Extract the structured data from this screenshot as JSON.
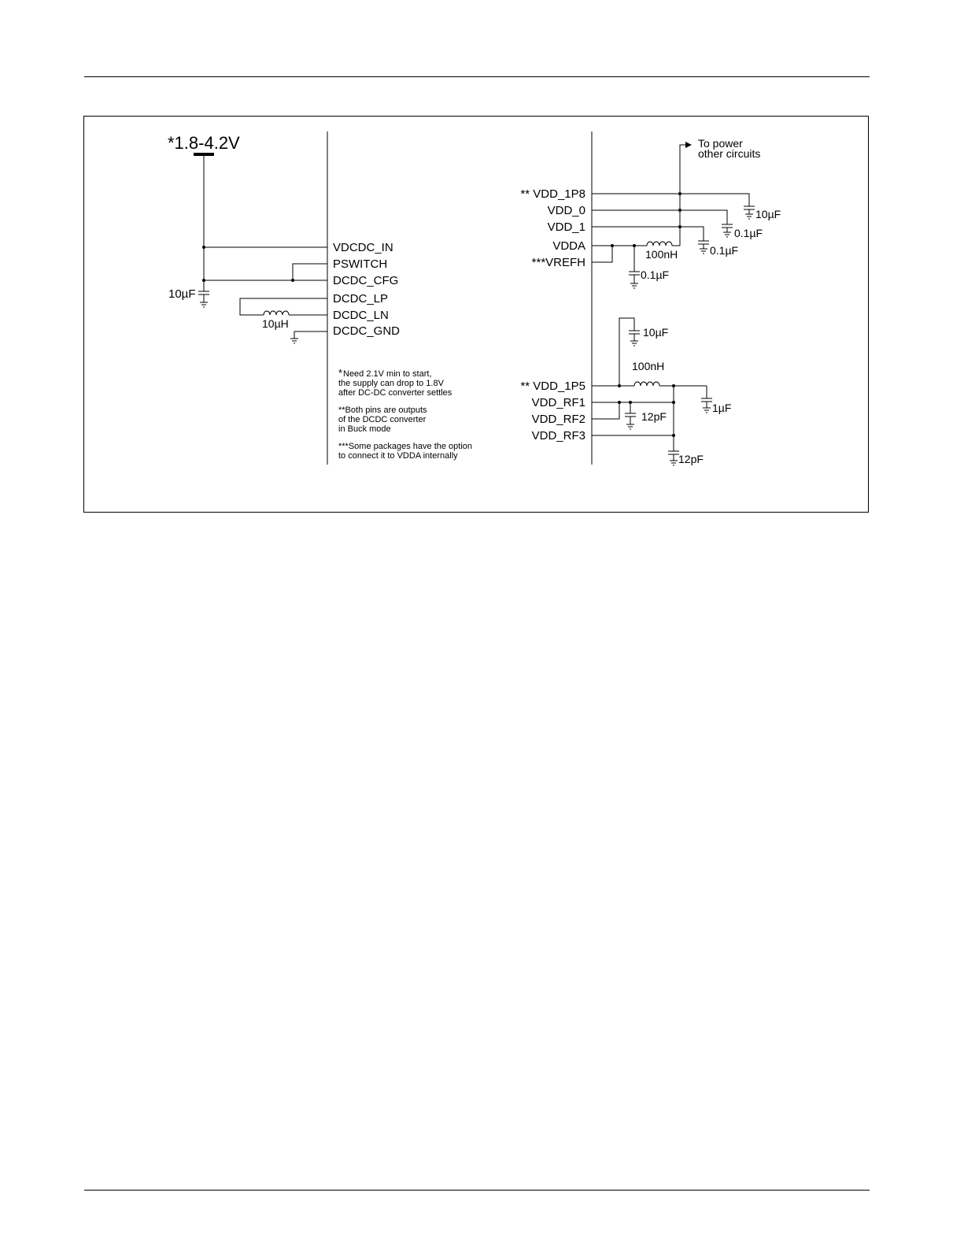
{
  "supply": {
    "voltage": "*1.8-4.2V"
  },
  "left_pins": [
    "VDCDC_IN",
    "PSWITCH",
    "DCDC_CFG",
    "DCDC_LP",
    "DCDC_LN",
    "DCDC_GND"
  ],
  "right_pins_top": [
    "** VDD_1P8",
    "VDD_0",
    "VDD_1",
    "VDDA",
    "***VREFH"
  ],
  "right_pins_bottom": [
    "** VDD_1P5",
    "VDD_RF1",
    "VDD_RF2",
    "VDD_RF3"
  ],
  "components": {
    "left_cap": "10µF",
    "left_inductor": "10µH",
    "cap_1p8": "10µF",
    "cap_vdd0": "0.1µF",
    "cap_vdd1": "0.1µF",
    "vdda_inductor": "100nH",
    "cap_vdda": "0.1µF",
    "cap_1p5": "10µF",
    "rf_inductor": "100nH",
    "cap_rf_out": "1µF",
    "cap_rf2": "12pF",
    "cap_rf3": "12pF"
  },
  "arrow_label": [
    "To power",
    "other circuits"
  ],
  "notes": {
    "note1": [
      "*",
      "Need 2.1V min to start,",
      "the supply can drop to 1.8V",
      "after DC-DC converter settles"
    ],
    "note2": [
      "**Both pins are outputs",
      "of the DCDC converter",
      "in Buck mode"
    ],
    "note3": [
      "***Some packages have the option",
      "to connect it to VDDA internally"
    ]
  }
}
